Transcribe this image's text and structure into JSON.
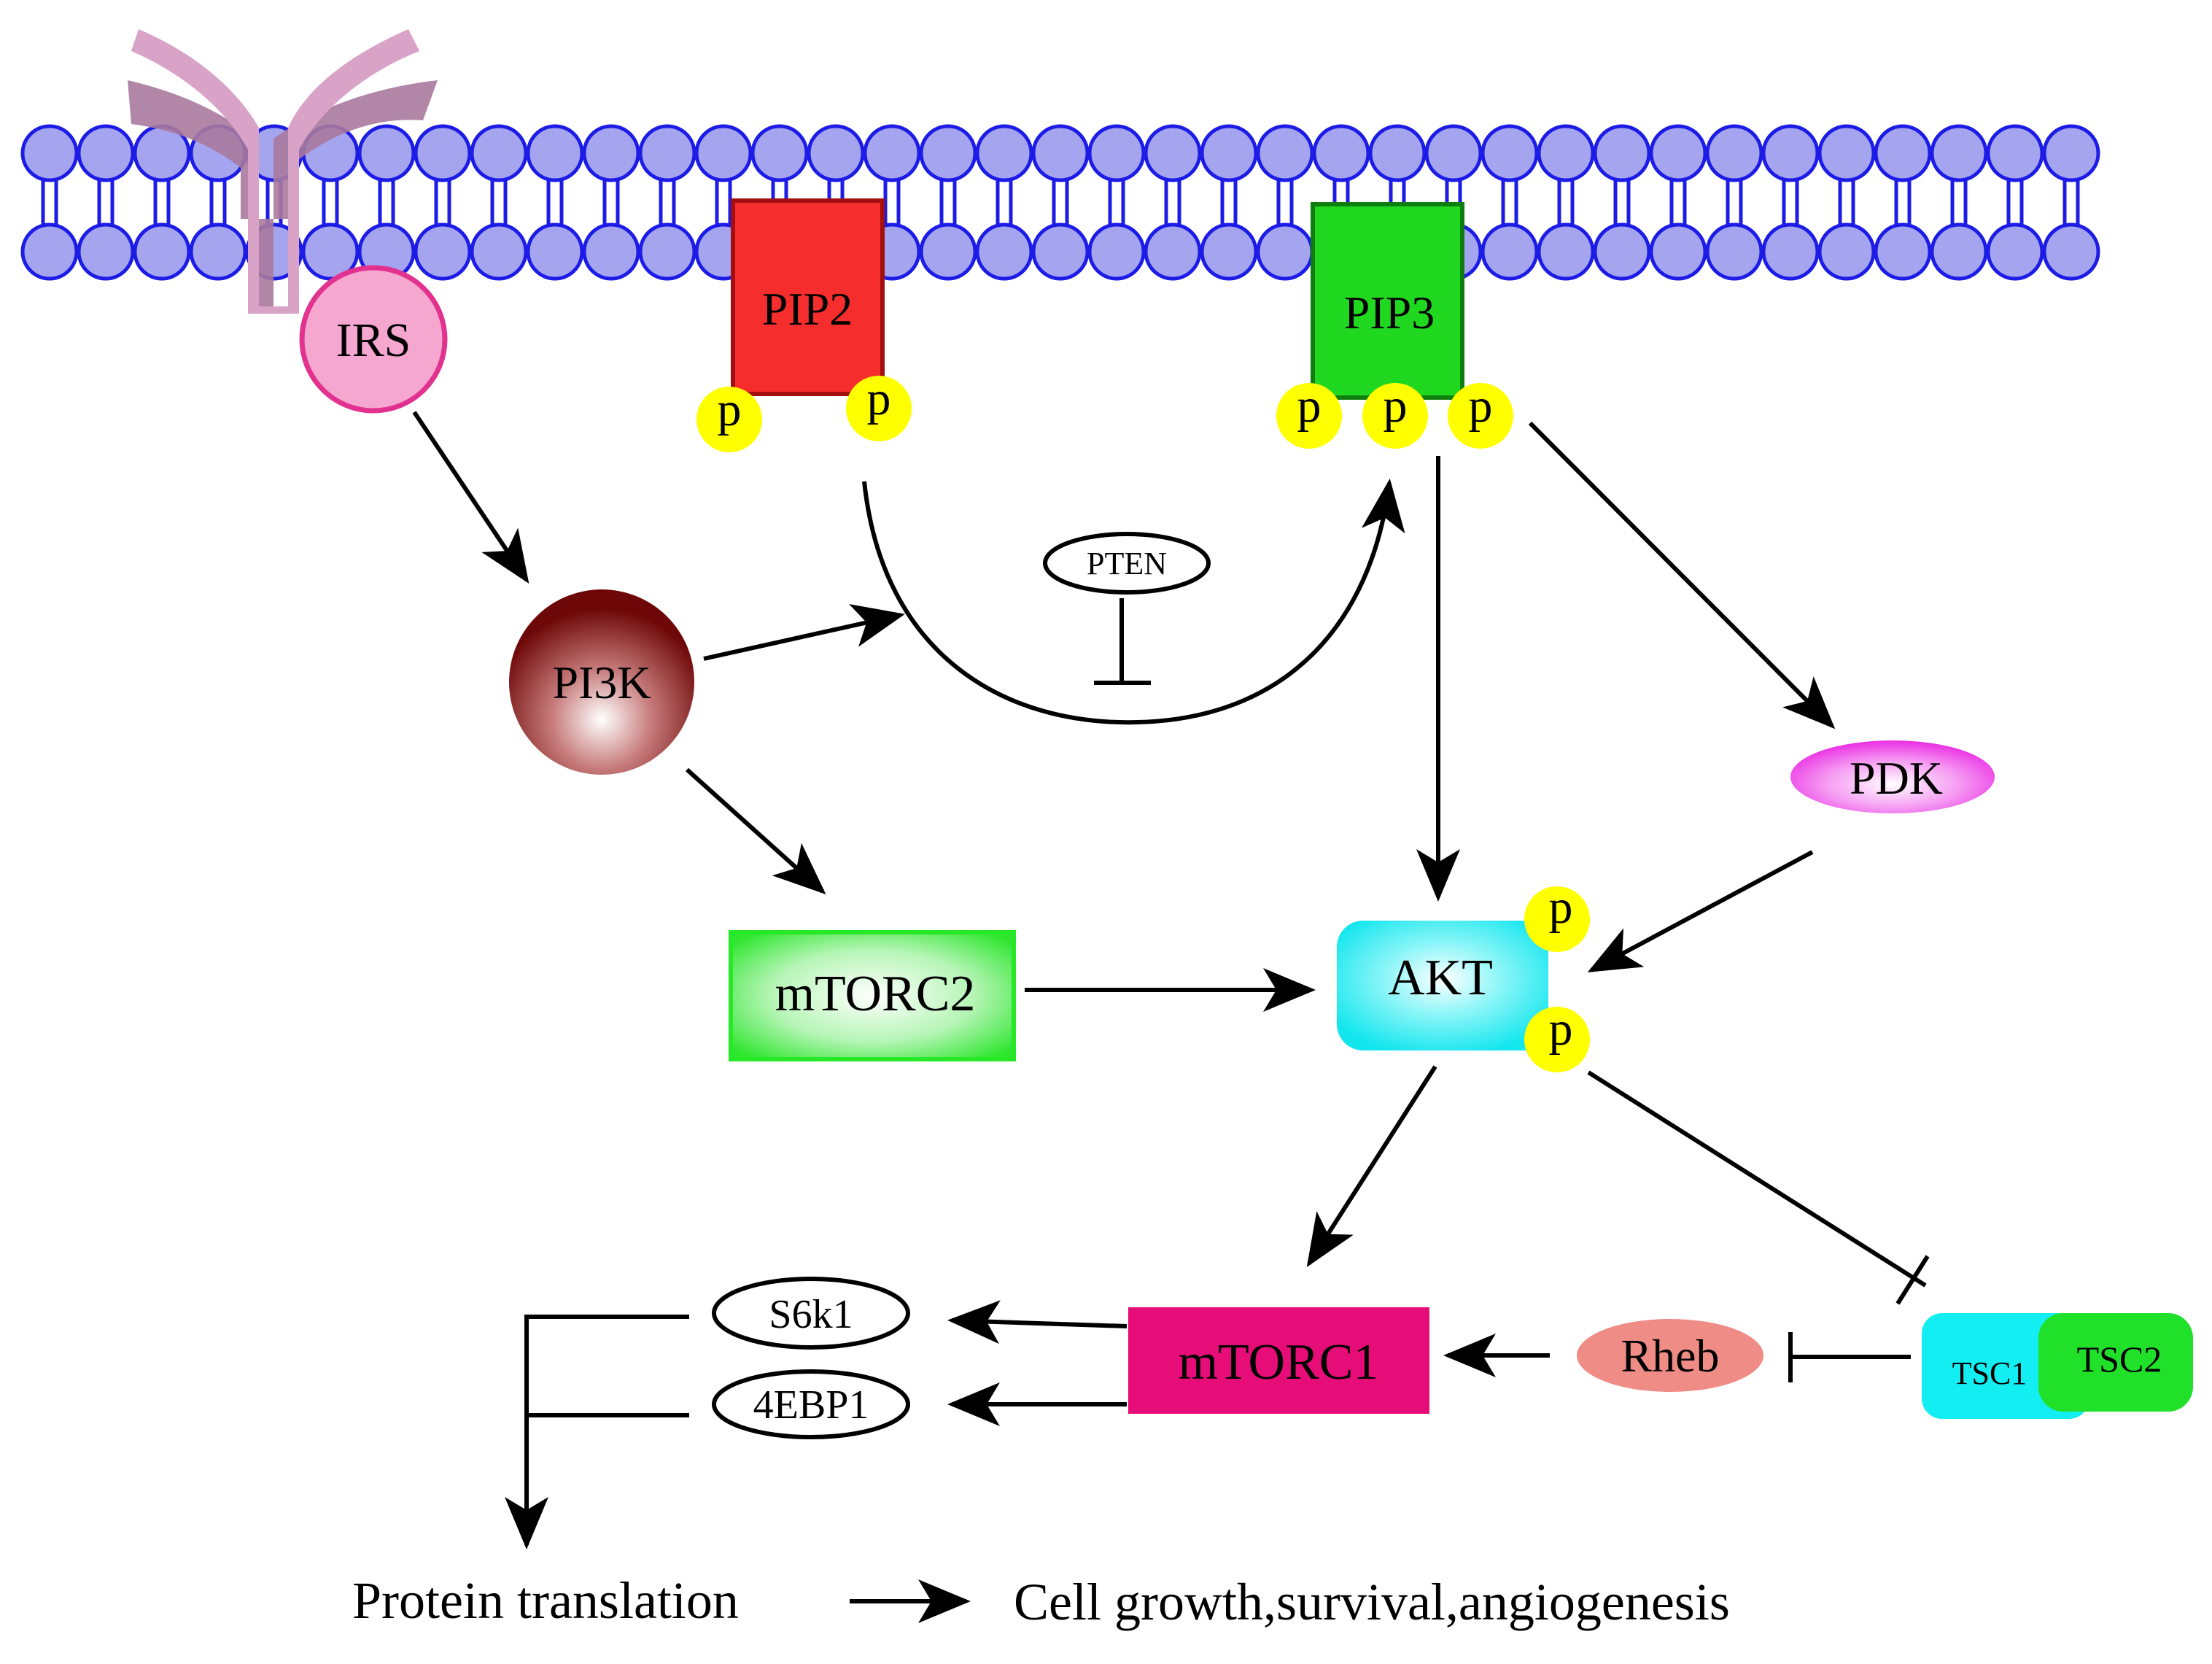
{
  "colors": {
    "membrane_head": "#a5a5ef",
    "membrane_line": "#1c1ce6",
    "receptor": "#d9a3c8",
    "receptor_dark": "#b07aa0",
    "irs": "#f6a7d0",
    "irs_border": "#e2328f",
    "pip2": "#f52d2d",
    "pip3": "#1fd81f",
    "phosphate": "#ffff00",
    "pi3k": "#7a0b0b",
    "pdk": "#ee3ee9",
    "mtorc2": "#27e827",
    "akt": "#12e8ef",
    "mtorc1": "#e60d79",
    "rheb": "#f08c86",
    "tsc1": "#13eef2",
    "tsc2": "#20e02a"
  },
  "nodes": {
    "irs": "IRS",
    "pip2": "PIP2",
    "pip3": "PIP3",
    "phosphate": "p",
    "pten": "PTEN",
    "pi3k": "PI3K",
    "pdk": "PDK",
    "mtorc2": "mTORC2",
    "akt": "AKT",
    "mtorc1": "mTORC1",
    "rheb": "Rheb",
    "tsc1": "TSC1",
    "tsc2": "TSC2",
    "s6k1": "S6k1",
    "4ebp1": "4EBP1"
  },
  "outcomes": {
    "protein_translation": "Protein translation",
    "cell_growth": "Cell growth,survival,angiogenesis"
  },
  "edges": [
    {
      "from": "IRS",
      "to": "PI3K",
      "type": "activation"
    },
    {
      "from": "PI3K",
      "to": "PIP2→PIP3",
      "type": "activation"
    },
    {
      "from": "PI3K",
      "to": "mTORC2",
      "type": "activation"
    },
    {
      "from": "PTEN",
      "to": "PIP2→PIP3",
      "type": "inhibition"
    },
    {
      "from": "PIP3",
      "to": "AKT",
      "type": "activation"
    },
    {
      "from": "PIP3",
      "to": "PDK",
      "type": "activation"
    },
    {
      "from": "PDK",
      "to": "AKT",
      "type": "activation"
    },
    {
      "from": "mTORC2",
      "to": "AKT",
      "type": "activation"
    },
    {
      "from": "AKT",
      "to": "mTORC1",
      "type": "activation"
    },
    {
      "from": "AKT",
      "to": "TSC1/TSC2",
      "type": "inhibition"
    },
    {
      "from": "TSC1/TSC2",
      "to": "Rheb",
      "type": "inhibition"
    },
    {
      "from": "Rheb",
      "to": "mTORC1",
      "type": "activation"
    },
    {
      "from": "mTORC1",
      "to": "S6k1",
      "type": "activation"
    },
    {
      "from": "mTORC1",
      "to": "4EBP1",
      "type": "activation"
    },
    {
      "from": "S6k1/4EBP1",
      "to": "Protein translation",
      "type": "activation"
    },
    {
      "from": "Protein translation",
      "to": "Cell growth,survival,angiogenesis",
      "type": "activation"
    }
  ]
}
